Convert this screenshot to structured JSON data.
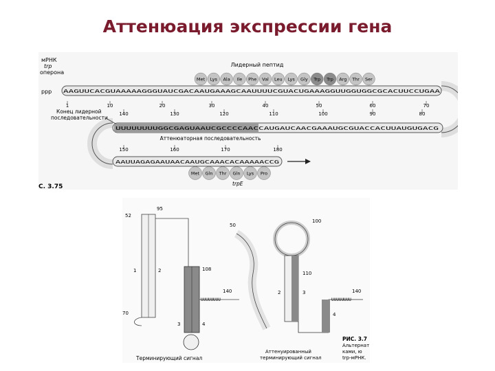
{
  "title": "Аттенюация экспрессии гена",
  "top_figure": {
    "mrna_label_lines": [
      "мРНК",
      "trp",
      "оперона"
    ],
    "ppp_label": "ppp",
    "leader_peptide_label": "Лидерный пептид",
    "leader_amino_acids": [
      "Met",
      "Lys",
      "Ala",
      "Ile",
      "Phe",
      "Val",
      "Leu",
      "Lys",
      "Gly",
      "Trp",
      "Trp",
      "Arg",
      "Thr",
      "Ser"
    ],
    "top_sequence": "AAGUUCACGUAAAAAGGGUAUCGACAAUGAAAGCAAUUUUCGUACUGAAAGGUUGGUGGCGCACUUCCUGAA",
    "top_positions": [
      "1",
      "10",
      "20",
      "30",
      "40",
      "50",
      "60",
      "70"
    ],
    "end_of_leader_label_lines": [
      "Конец лидерной",
      "последовательности"
    ],
    "middle_sequence": "UUUUUUUUGGCGAGUAAUCGCCCCAACCAUGAUCAACGAAAUGCGUACCACUUAUGUGACG",
    "middle_positions": [
      "140",
      "130",
      "120",
      "110",
      "100",
      "90",
      "80"
    ],
    "attenuator_label": "Аттенюаторная последовательность",
    "bottom_sequence": "AAUUAGAGAAUAACAAUGCAAACACAAAAACCG",
    "bottom_positions": [
      "150",
      "160",
      "170",
      "180"
    ],
    "trpE_amino_acids": [
      "Met",
      "Gln",
      "Thr",
      "Gln",
      "Lys",
      "Pro"
    ],
    "trpE_label": "trpE",
    "corner_caption": "С. 3.75"
  },
  "bottom_figure": {
    "left_labels": [
      "52",
      "95",
      "108",
      "70",
      "140",
      "1",
      "2",
      "3",
      "4"
    ],
    "left_caption": "Терминирующий сигнал",
    "right_labels": [
      "50",
      "100",
      "110",
      "140",
      "2",
      "3",
      "4"
    ],
    "right_caption_lines": [
      "Аттенуированный",
      "терминирующий сигнал"
    ],
    "side_caption_lines": [
      "РИС. 3.7",
      "Альтернат",
      "ками, ю",
      "trp-мРНК."
    ]
  }
}
